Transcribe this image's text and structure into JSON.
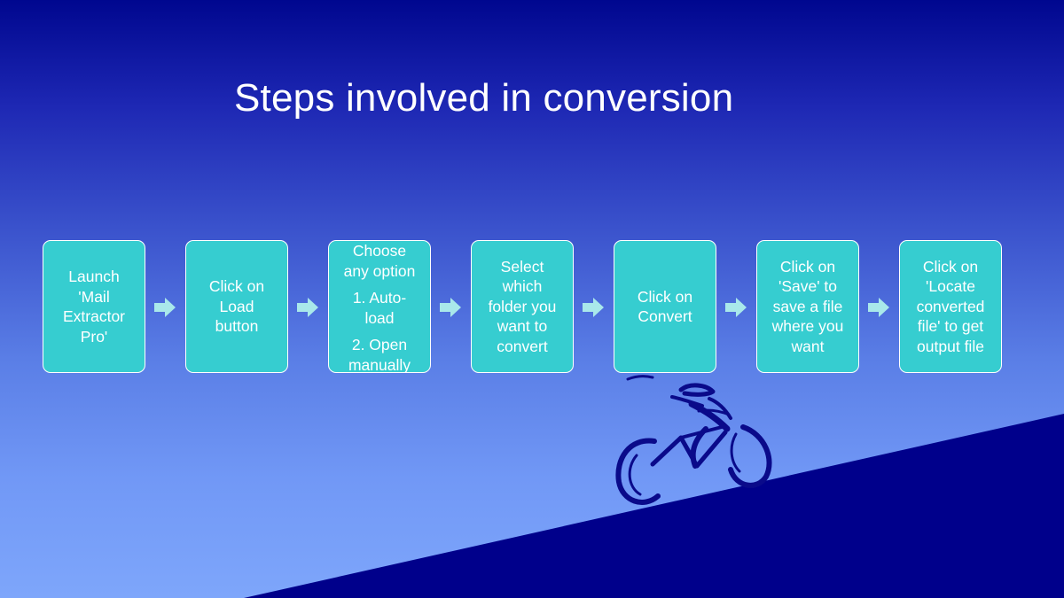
{
  "title": "Steps involved in conversion",
  "steps": [
    {
      "lines": [
        "Launch",
        "'Mail",
        "Extractor",
        "Pro'"
      ]
    },
    {
      "lines": [
        "Click on",
        "Load",
        "button"
      ]
    },
    {
      "heading": [
        "Choose",
        "any option"
      ],
      "options": [
        [
          "1. Auto-",
          "load"
        ],
        [
          "2. Open",
          "manually"
        ]
      ]
    },
    {
      "lines": [
        "Select",
        "which",
        "folder you",
        "want to",
        "convert"
      ]
    },
    {
      "lines": [
        "Click on",
        "Convert"
      ]
    },
    {
      "lines": [
        "Click on",
        "'Save' to",
        "save a file",
        "where you",
        "want"
      ]
    },
    {
      "lines": [
        "Click on",
        "'Locate",
        "converted",
        "file' to get",
        "output file"
      ]
    }
  ],
  "icons": {
    "arrow": "right-arrow-icon",
    "rider": "cyclist-illustration"
  },
  "colors": {
    "box": "#36cdd0",
    "arrow": "#a9e8ea",
    "hill": "#00008b",
    "title": "#ffffff"
  }
}
